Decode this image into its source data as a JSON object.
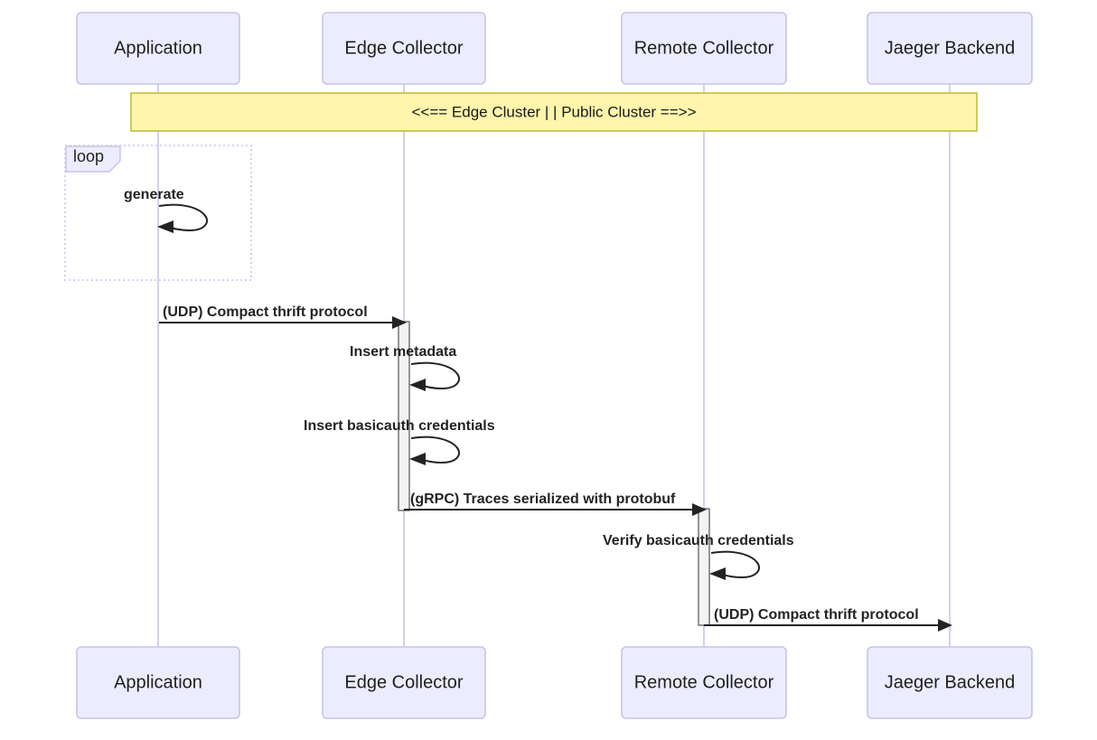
{
  "diagram": {
    "type": "sequence-diagram",
    "title": "",
    "background_color": "#ffffff",
    "actor_fill": "#ECECFF",
    "actor_stroke": "#C8C3E8",
    "lifeline_color": "#D6CFF0",
    "note_fill": "#FFF5AD",
    "note_stroke": "#BFBF3D",
    "activation_fill": "#F4F4F4",
    "activation_stroke": "#6b6b6b",
    "message_color": "#232323"
  },
  "participants": [
    {
      "id": "application",
      "label": "Application"
    },
    {
      "id": "edge_collector",
      "label": "Edge Collector"
    },
    {
      "id": "remote_collector",
      "label": "Remote Collector"
    },
    {
      "id": "jaeger_backend",
      "label": "Jaeger Backend"
    }
  ],
  "participants_bottom": [
    {
      "id": "application",
      "label": "Application"
    },
    {
      "id": "edge_collector",
      "label": "Edge Collector"
    },
    {
      "id": "remote_collector",
      "label": "Remote Collector"
    },
    {
      "id": "jaeger_backend",
      "label": "Jaeger Backend"
    }
  ],
  "note": {
    "text": "<<== Edge Cluster | | Public Cluster ==>>"
  },
  "fragments": [
    {
      "id": "loop-1",
      "kind": "loop",
      "label": "loop"
    }
  ],
  "messages": [
    {
      "id": "msg-generate",
      "label": "generate",
      "from": "application",
      "to": "application",
      "kind": "self"
    },
    {
      "id": "msg-udp-1",
      "label": "(UDP) Compact thrift protocol",
      "from": "application",
      "to": "edge_collector",
      "kind": "sync"
    },
    {
      "id": "msg-insert-metadata",
      "label": "Insert metadata",
      "from": "edge_collector",
      "to": "edge_collector",
      "kind": "self"
    },
    {
      "id": "msg-insert-basicauth",
      "label": "Insert basicauth credentials",
      "from": "edge_collector",
      "to": "edge_collector",
      "kind": "self"
    },
    {
      "id": "msg-grpc",
      "label": "(gRPC) Traces serialized with protobuf",
      "from": "edge_collector",
      "to": "remote_collector",
      "kind": "sync"
    },
    {
      "id": "msg-verify-basicauth",
      "label": "Verify basicauth credentials",
      "from": "remote_collector",
      "to": "remote_collector",
      "kind": "self"
    },
    {
      "id": "msg-udp-2",
      "label": "(UDP) Compact thrift protocol",
      "from": "remote_collector",
      "to": "jaeger_backend",
      "kind": "sync"
    }
  ]
}
